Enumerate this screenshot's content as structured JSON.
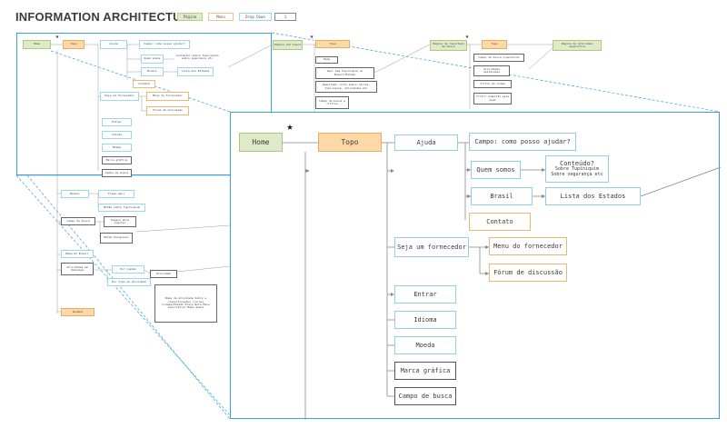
{
  "title": "INFORMATION ARCHITECTURE",
  "legend": [
    "Página",
    "Menu",
    "Drop Down",
    "1"
  ],
  "mini": {
    "home": "Home",
    "topo": "Topo",
    "ajuda": "Ajuda",
    "campo_ajuda": "Campo: como posso ajudar?",
    "quem_somos": "Quem somos",
    "conteudo": "Conteúdo? sobre Tupiniquim sobre segurança etc",
    "brasil": "Brasil",
    "lista_estados": "Lista dos Estados",
    "contato": "Contato",
    "fornecedor": "Seja um fornecedor",
    "menu_fornecedor": "Menu do fornecedor",
    "forum": "Fórum de discussão",
    "entrar": "Entrar",
    "idioma": "Idioma",
    "moeda": "Moeda",
    "marca": "Marca gráfica",
    "campo_busca": "Campo de busca",
    "banner": "Banner",
    "frase": "Frase aqui",
    "botao_sobre": "Botão sobre Tupiniquim",
    "campo_busca2": "Campo de busca",
    "espaco": "Espaço para digitar",
    "botao_buscar": "Botão Pesquisar",
    "mapa": "Mapa do Brasil",
    "atividades": "Atividades em destaque",
    "por_regiao": "Por região",
    "por_tipo": "Por tipo de atividade",
    "atividade": "Atividade",
    "detalhes": "Nome da atividade Sobre e classificações (cores) Cidade/Estado Preço Nota Menu explicativo Mapa Share",
    "rodape": "Rodapé",
    "pag_result": "Página pré busca",
    "topo2": "Topo",
    "home2": "Home",
    "aqui_tem": "Aqui tem Tupiniquim no Brasil/Estado",
    "resultado": "Resultado curto sobre várias, tupiniquim, atividades etc",
    "campo_busca_filtros": "Campo de busca e filtros",
    "atividades2": "Atividades",
    "pag_resultados": "Página de resultado de busca",
    "topo3": "Topo",
    "campo_preenchido": "Campo de busca preenchido",
    "atividades_destacadas": "Atividades destacadas",
    "filtro_ordem": "Filtro de ordem",
    "filtro_completo": "Filtro completo para ação",
    "pag_atividade": "Página da atividade específica"
  },
  "zoom": {
    "home": "Home",
    "topo": "Topo",
    "ajuda": "Ajuda",
    "campo_ajuda": "Campo: como posso ajudar?",
    "quem_somos": "Quem somos",
    "conteudo_title": "Conteúdo?",
    "conteudo_l1": "Sobre Tupiniquim",
    "conteudo_l2": "Sobre segurança etc",
    "brasil": "Brasil",
    "lista_estados": "Lista dos Estados",
    "contato": "Contato",
    "fornecedor": "Seja um fornecedor",
    "menu_fornecedor": "Menu do fornecedor",
    "forum": "Fórum de discussão",
    "entrar": "Entrar",
    "idioma": "Idioma",
    "moeda": "Moeda",
    "marca": "Marca gráfica",
    "campo_busca": "Campo de busca"
  },
  "colors": {
    "page": "#dfeac8",
    "menu": "#fdd9a8",
    "dropdown_border": "#8fd0e6",
    "menu_border": "#f0b673",
    "frame": "#3b9ed8"
  }
}
